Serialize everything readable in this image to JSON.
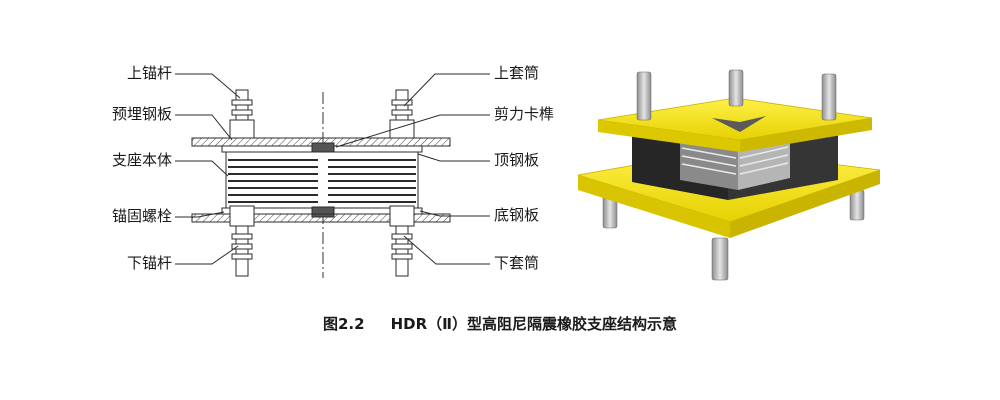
{
  "diagram": {
    "labels_left": [
      "上锚杆",
      "预埋钢板",
      "支座本体",
      "锚固螺栓",
      "下锚杆"
    ],
    "labels_right": [
      "上套筒",
      "剪力卡榫",
      "顶钢板",
      "底钢板",
      "下套筒"
    ]
  },
  "caption": {
    "number": "图2.2",
    "text": "HDR（Ⅱ）型高阻尼隔震橡胶支座结构示意"
  },
  "colors": {
    "line": "#2b2b2b",
    "steel_plate_yellow": "#f3e300",
    "rubber_dark": "#2a2a2a",
    "bolt_metal": "#b9b9b9"
  }
}
